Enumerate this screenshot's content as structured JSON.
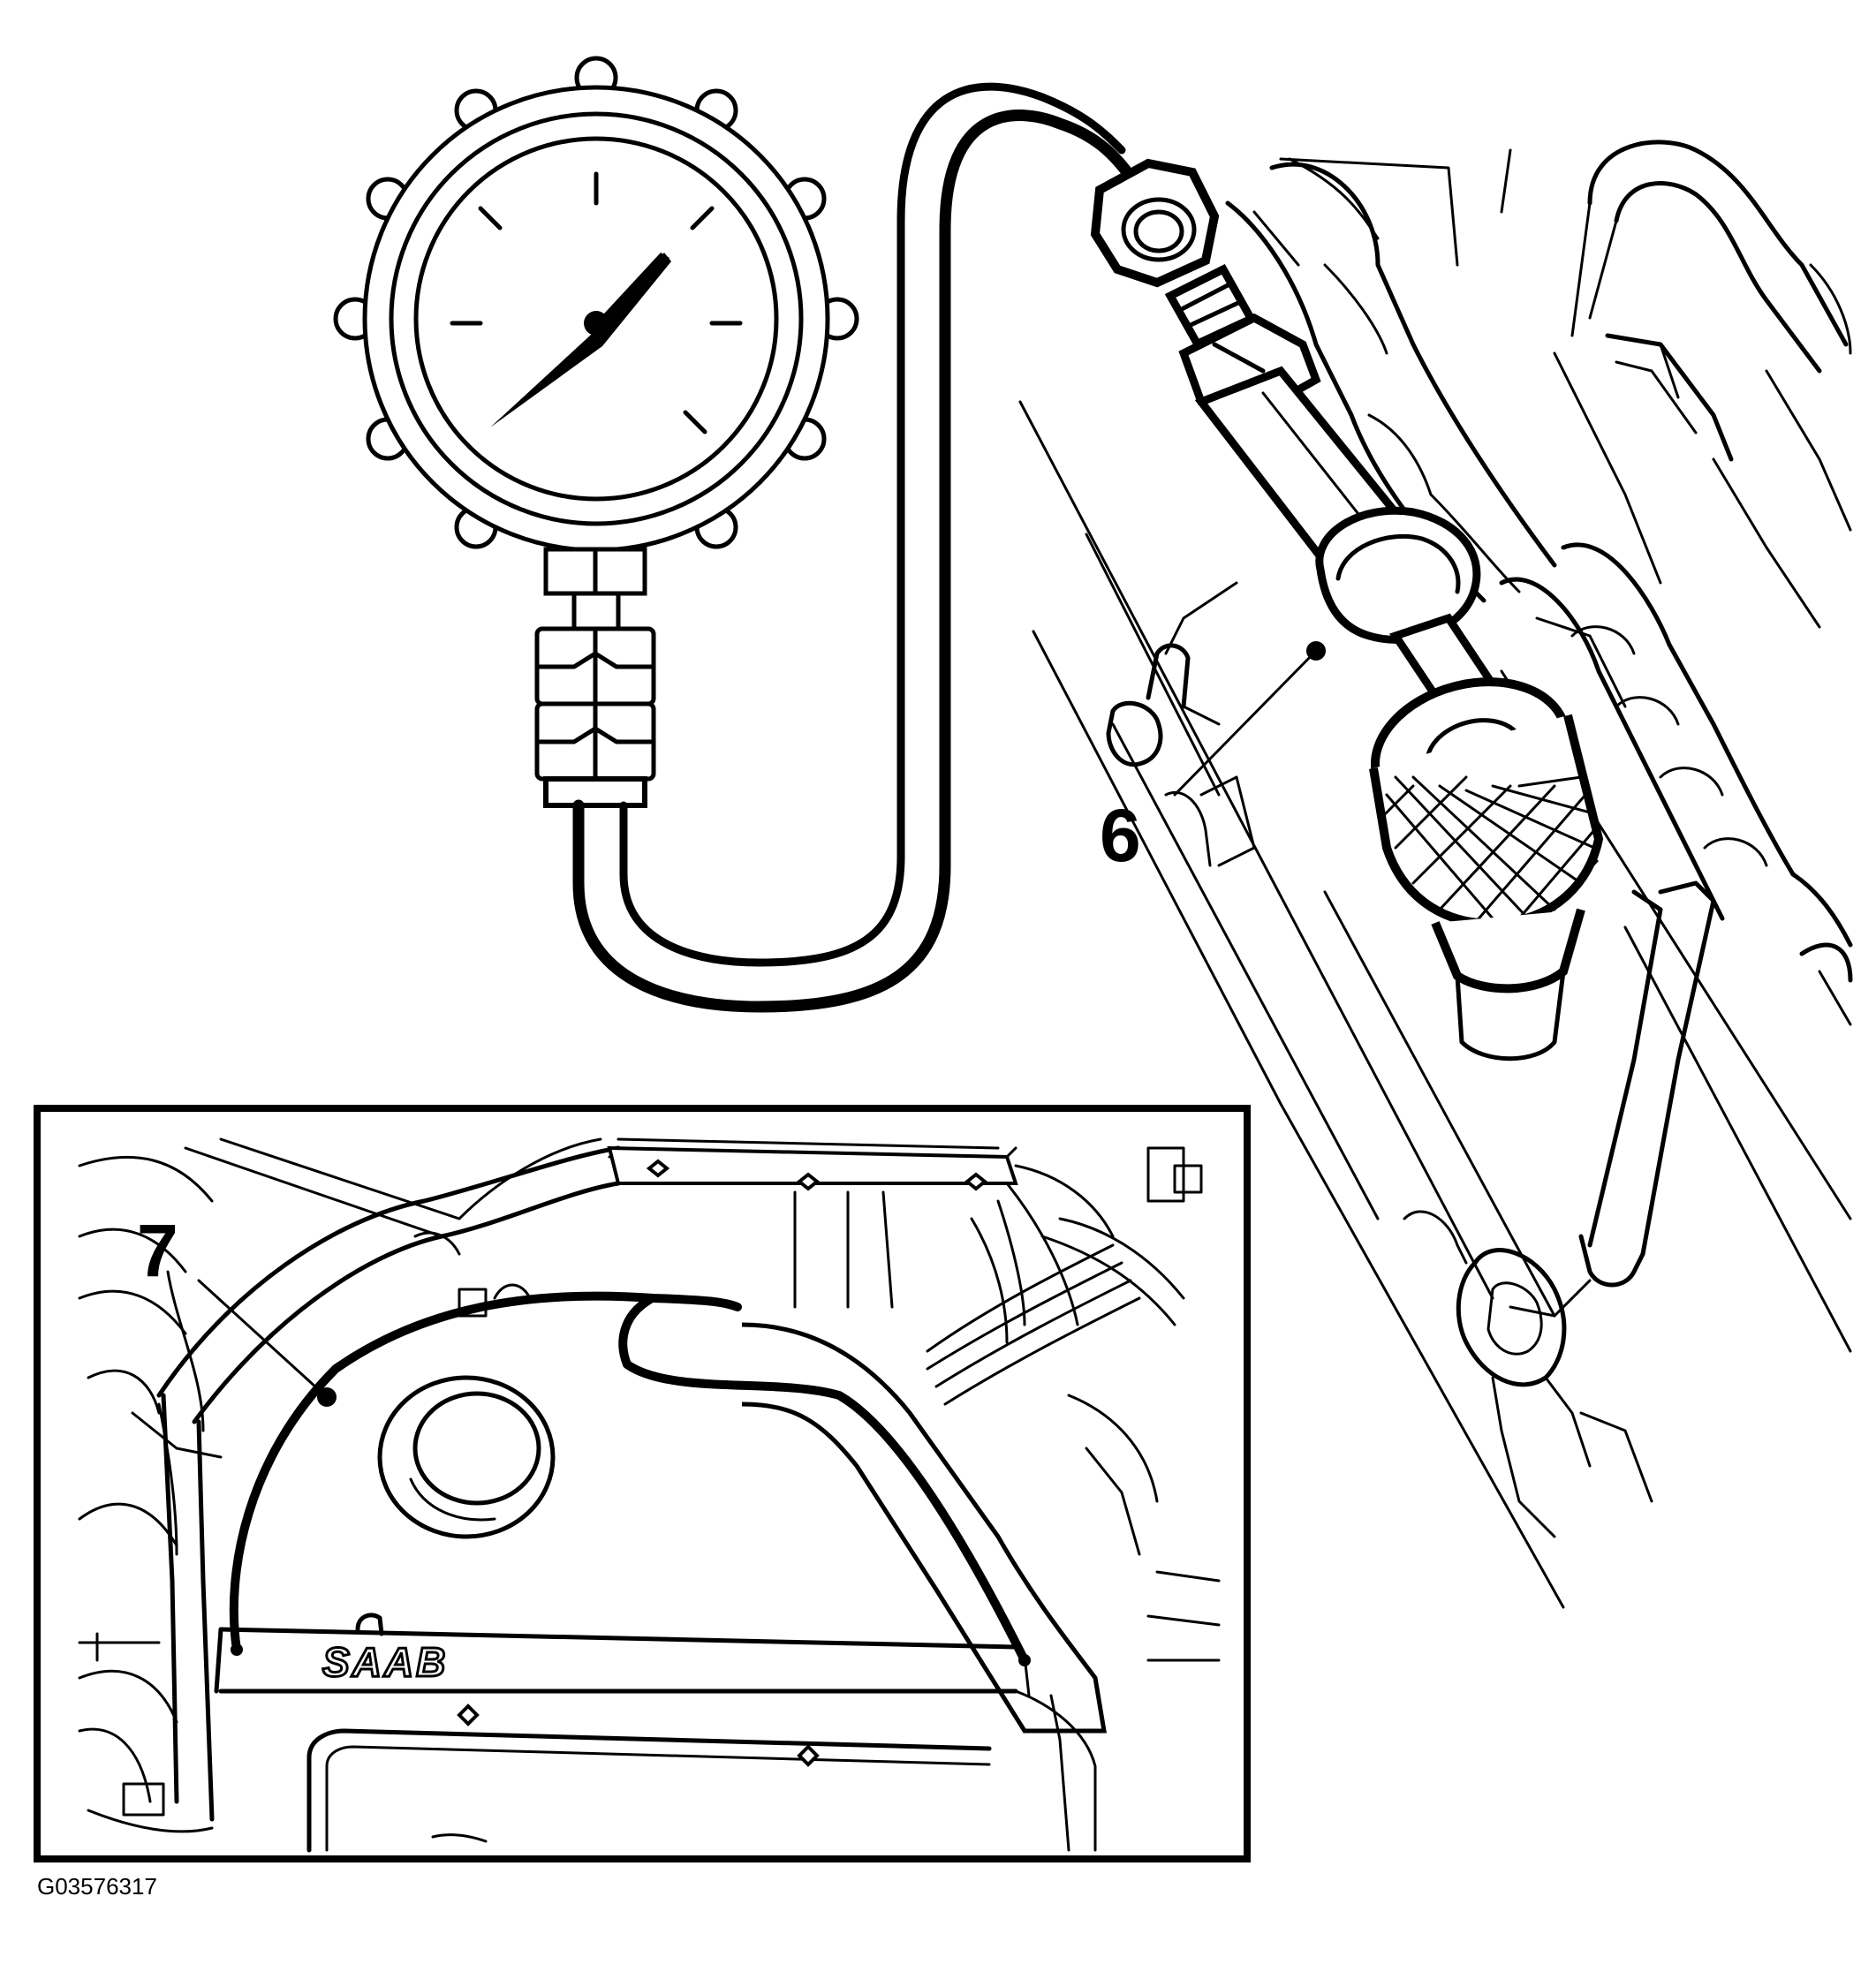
{
  "callouts": {
    "six": "6",
    "seven": "7"
  },
  "figure_id": "G03576317",
  "logo": {
    "brand": "SAAB"
  },
  "icons": {
    "gauge": "pressure-gauge-icon",
    "adapter": "fuel-rail-adapter-icon",
    "hose": "gauge-hose-icon"
  }
}
